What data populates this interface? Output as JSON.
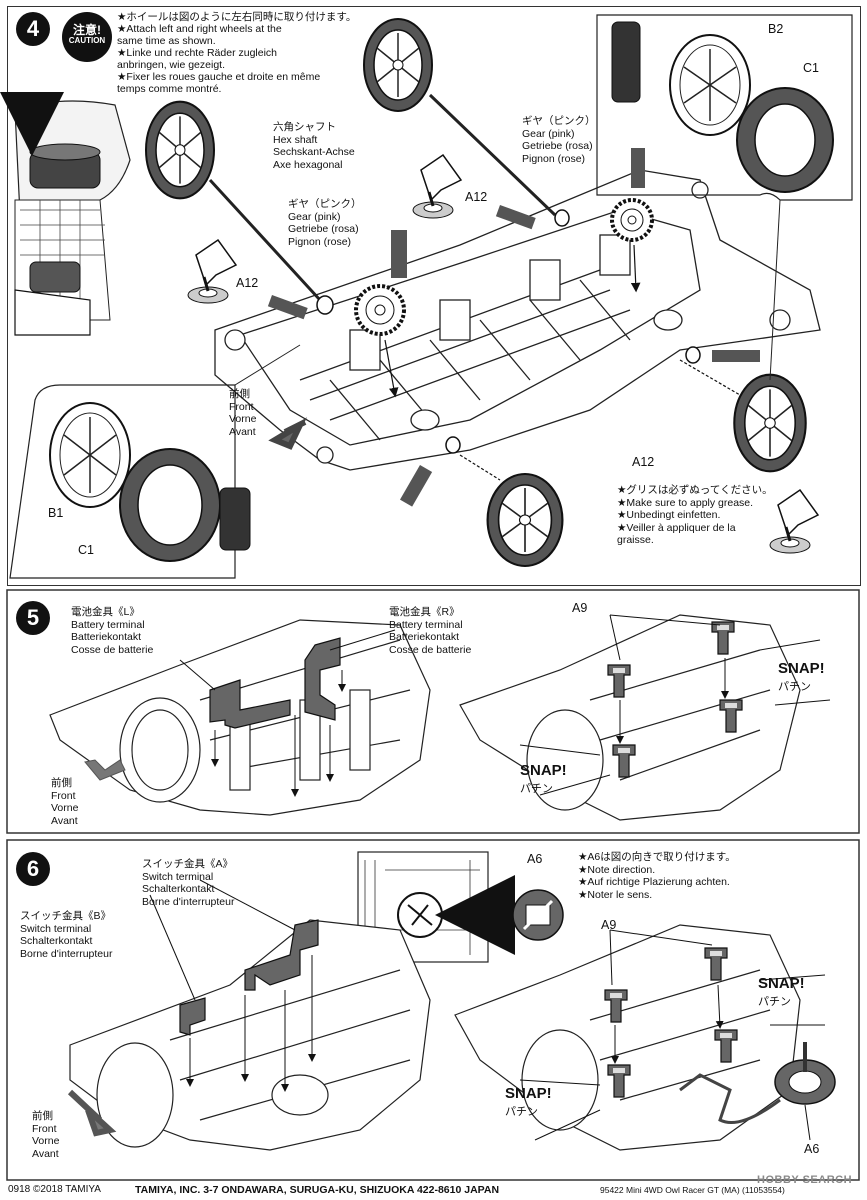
{
  "step4": {
    "number": "4",
    "caution_jp": "注意!",
    "caution_en": "CAUTION",
    "note_lines": [
      "★ホイールは図のように左右同時に取り付けます。",
      "★Attach left and right wheels at the",
      "same time as shown.",
      "★Linke und rechte Räder zugleich",
      "anbringen, wie gezeigt.",
      "★Fixer les roues gauche et droite en même",
      "temps comme montré."
    ],
    "hex_shaft": [
      "六角シャフト",
      "Hex shaft",
      "Sechskant-Achse",
      "Axe hexagonal"
    ],
    "gear_left": [
      "ギヤ（ピンク）",
      "Gear (pink)",
      "Getriebe (rosa)",
      "Pignon (rose)"
    ],
    "gear_right": [
      "ギヤ（ピンク）",
      "Gear (pink)",
      "Getriebe (rosa)",
      "Pignon (rose)"
    ],
    "front": [
      "前側",
      "Front",
      "Vorne",
      "Avant"
    ],
    "grease": [
      "★グリスは必ずぬってください。",
      "★Make sure to apply grease.",
      "★Unbedingt einfetten.",
      "★Veiller à appliquer de la",
      "graisse."
    ],
    "parts": {
      "a12_1": "A12",
      "a12_2": "A12",
      "a12_3": "A12",
      "b1": "B1",
      "c1_left": "C1",
      "b2": "B2",
      "c1_right": "C1"
    }
  },
  "step5": {
    "number": "5",
    "terminal_l": [
      "電池金具《L》",
      "Battery terminal",
      "Batteriekontakt",
      "Cosse de batterie"
    ],
    "terminal_r": [
      "電池金具《R》",
      "Battery terminal",
      "Batteriekontakt",
      "Cosse de batterie"
    ],
    "front": [
      "前側",
      "Front",
      "Vorne",
      "Avant"
    ],
    "a9": "A9",
    "snap1": "SNAP!",
    "snap1_jp": "パチン",
    "snap2": "SNAP!",
    "snap2_jp": "パチン"
  },
  "step6": {
    "number": "6",
    "switch_a": [
      "スイッチ金具《A》",
      "Switch terminal",
      "Schalterkontakt",
      "Borne d'interrupteur"
    ],
    "switch_b": [
      "スイッチ金具《B》",
      "Switch terminal",
      "Schalterkontakt",
      "Borne d'interrupteur"
    ],
    "front": [
      "前側",
      "Front",
      "Vorne",
      "Avant"
    ],
    "a6_top": "A6",
    "a6_note": [
      "★A6は図の向きで取り付けます。",
      "★Note direction.",
      "★Auf richtige Plazierung achten.",
      "★Noter le sens."
    ],
    "a9": "A9",
    "snap1": "SNAP!",
    "snap1_jp": "パチン",
    "snap2": "SNAP!",
    "snap2_jp": "パチン",
    "a6_bottom": "A6"
  },
  "footer": {
    "code": "0918 ©2018 TAMIYA",
    "address": "TAMIYA, INC.  3-7 ONDAWARA, SURUGA-KU, SHIZUOKA 422-8610 JAPAN",
    "product": "95422  Mini 4WD  Owl Racer GT (MA) (11053554)",
    "watermark": "HOBBY SEARCH"
  },
  "colors": {
    "ink": "#111111",
    "grey_part": "#6b6b6b",
    "light_part": "#d9d9d9"
  }
}
